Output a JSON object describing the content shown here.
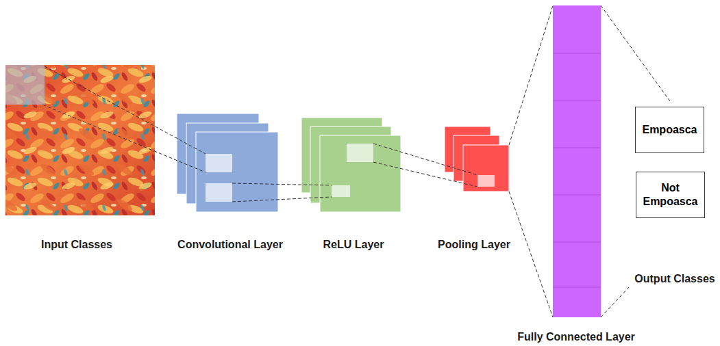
{
  "diagram": {
    "nodes": [
      {
        "text": [
          "Empoasca"
        ]
      },
      {
        "text": [
          "Not Empoasca"
        ]
      }
    ],
    "labels": [
      "Input Classes",
      "Convolutional Layer",
      "ReLU Layer",
      "Pooling Layer",
      "Fully Connected Layer",
      "Output Classes"
    ]
  }
}
